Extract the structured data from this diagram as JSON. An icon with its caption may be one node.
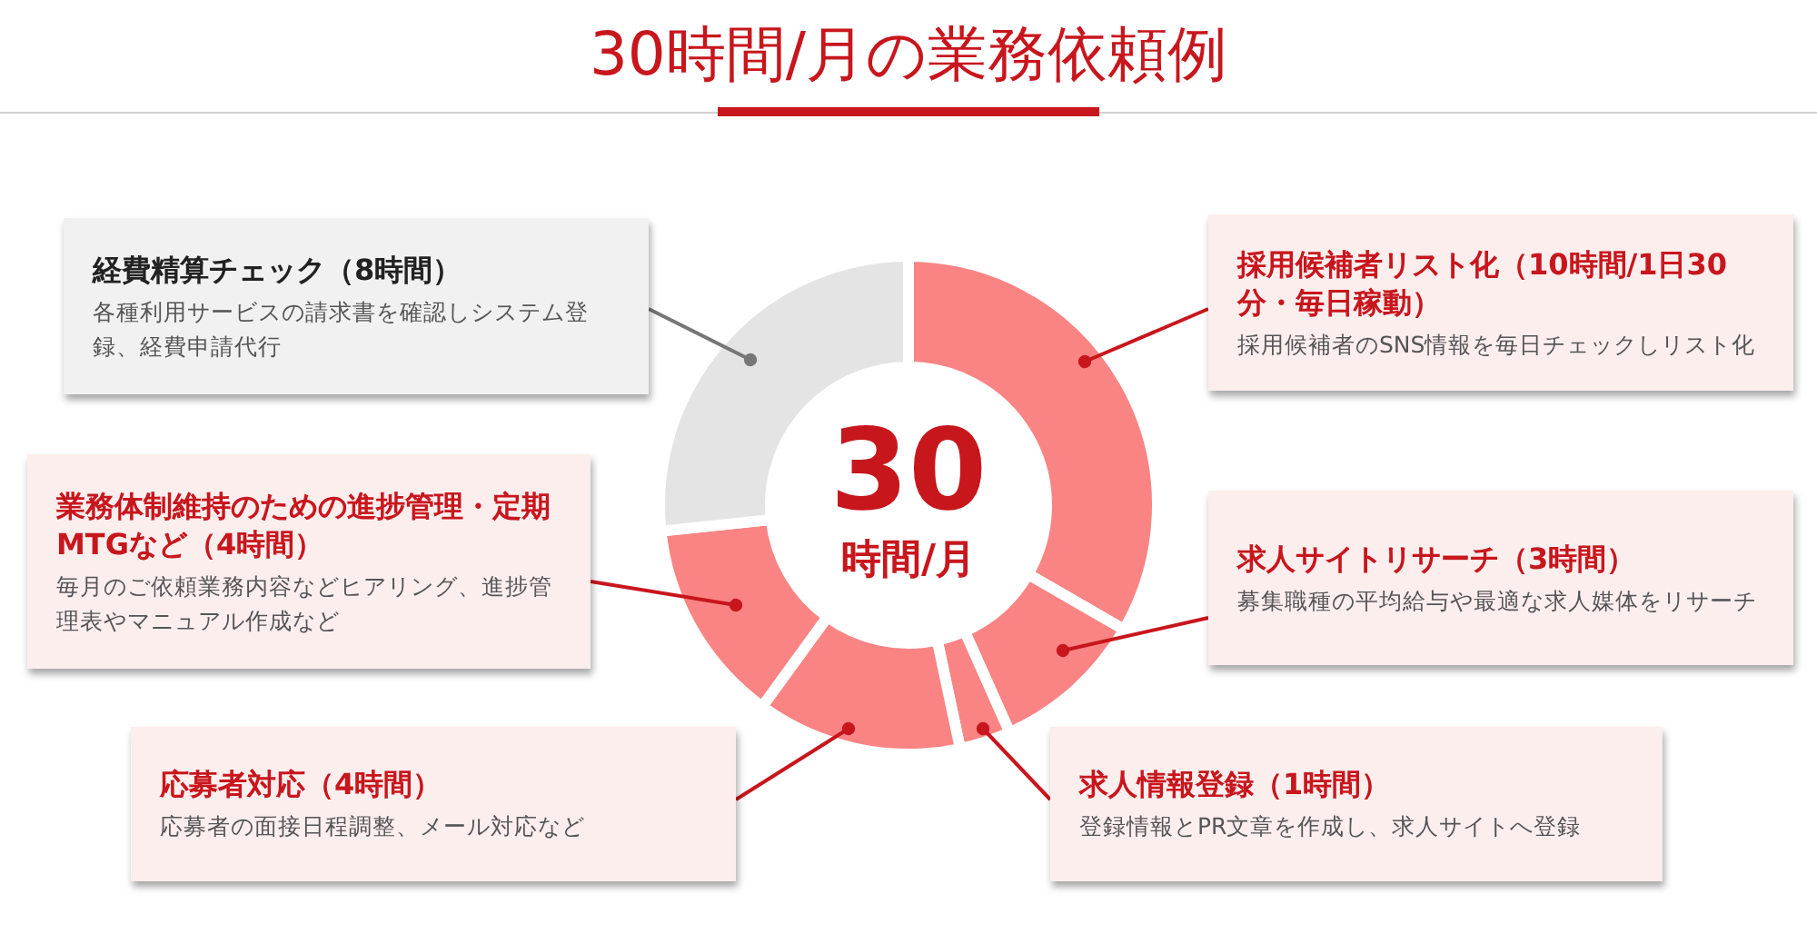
{
  "diagram": {
    "title": "30時間/月の業務依頼例",
    "nodes": [
      {
        "text": [
          "経費精算チェック（8時間）",
          "各種利用サービスの請求書を確認しシステム登録、経費申請代行"
        ]
      },
      {
        "text": [
          "採用候補者リスト化（10時間/1日30分・毎日稼動）",
          "採用候補者のSNS情報を毎日チェックしリスト化"
        ]
      },
      {
        "text": [
          "業務体制維持のための進捗管理・定期MTGなど（4時間）",
          "毎月のご依頼業務内容などヒアリング、進捗管理表やマニュアル作成など"
        ]
      },
      {
        "text": [
          "求人サイトリサーチ（3時間）",
          "募集職種の平均給与や最適な求人媒体をリサーチ"
        ]
      },
      {
        "text": [
          "応募者対応（4時間）",
          "応募者の面接日程調整、メール対応など"
        ]
      },
      {
        "text": [
          "求人情報登録（1時間）",
          "登録情報とPR文章を作成し、求人サイトへ登録"
        ]
      }
    ],
    "edges": [
      {
        "from": 0,
        "to": null,
        "arrow": "other",
        "color": "#777777"
      },
      {
        "from": 1,
        "to": null,
        "arrow": "other"
      },
      {
        "from": 2,
        "to": null,
        "arrow": "other"
      },
      {
        "from": 3,
        "to": null,
        "arrow": "other"
      },
      {
        "from": 4,
        "to": null,
        "arrow": "other"
      },
      {
        "from": 5,
        "to": null,
        "arrow": "other"
      }
    ],
    "labels": [
      "30",
      "時間/月"
    ]
  }
}
